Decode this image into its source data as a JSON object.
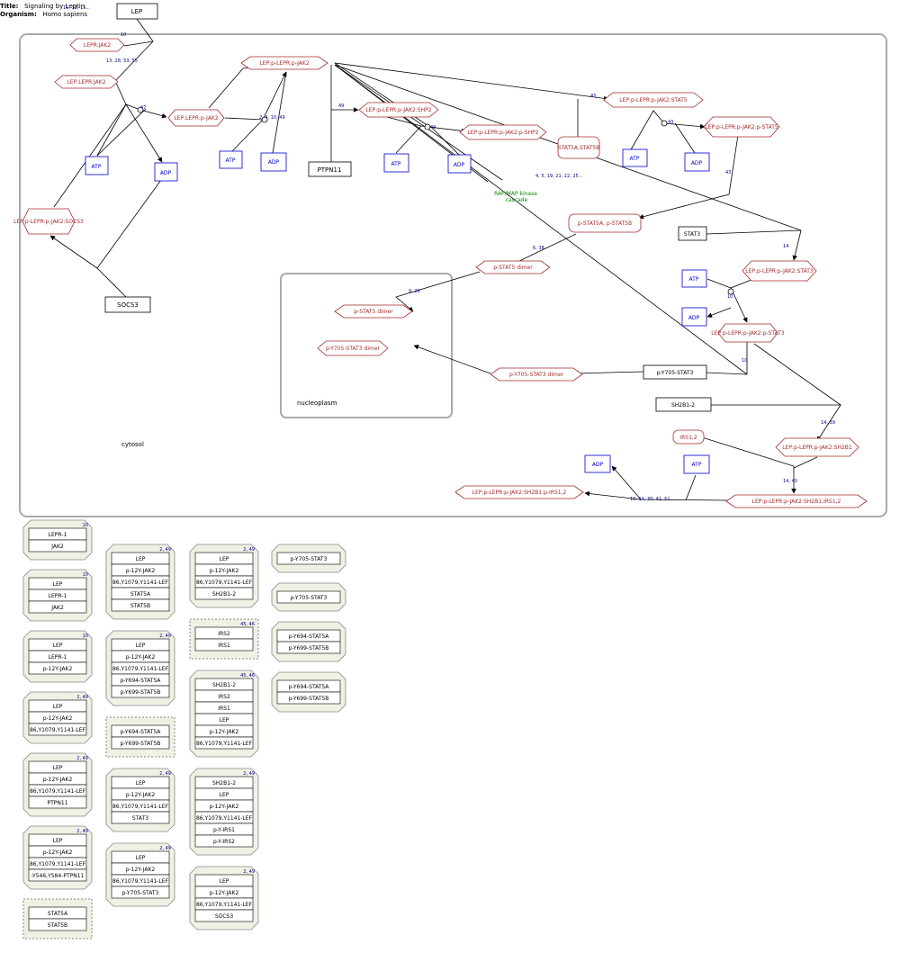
{
  "header": {
    "title_label": "Title:",
    "title_value": "Signaling by Leptin",
    "organism_label": "Organism:",
    "organism_value": "Homo sapiens",
    "refs": "11, 12, 15..."
  },
  "compartments": {
    "cytosol": "cytosol",
    "nucleoplasm": "nucleoplasm"
  },
  "nodes": {
    "lep": "LEP",
    "lepr_jak2": "LEPR:JAK2",
    "lep_lepr_jak2": "LEP:LEPR:JAK2",
    "lep_lepr_p_jak2": "LEP:LEPR:p-JAK2",
    "lep_p_lepr_p_jak2": "LEP:p-LEPR:p-JAK2",
    "lep_p_lepr_p_jak2_shp2": "LEP:p-LEPR:p-JAK2:SHP2",
    "lep_p_lepr_p_jak2_p_shp2": "LEP:p-LEPR:p-JAK2:p-SHP2",
    "lep_p_lepr_p_jak2_stat5": "LEP:p-LEPR:p-JAK2:STAT5",
    "lep_p_lepr_p_jak2_p_stat5": "LEP:p-LEPR:p-JAK2:p-STAT5",
    "stat5a_stat5b": "STAT5A,STAT5B",
    "ptpn11": "PTPN11",
    "raf_map": "RAF/MAP kinase\ncascade",
    "p_stat5a_p_stat5b": "p-STAT5A, p-STAT5B",
    "stat3": "STAT3",
    "p_stat5_dimer_cyt": "p-STAT5 dimer",
    "p_stat5_dimer_nuc": "p-STAT5 dimer",
    "p_y705_stat3_dimer_nuc": "p-Y705-STAT3 dimer",
    "p_y705_stat3_dimer_cyt": "p-Y705-STAT3 dimer",
    "p_y705_stat3": "p-Y705-STAT3",
    "lep_p_lepr_p_jak2_stat3": "LEP:p-LEPR:p-JAK2:STAT3",
    "lep_p_lepr_p_jak2_p_stat3": "LEP:p-LEPR:p-JAK2:p-STAT3",
    "p_lepr_p_jak2_socs3": "LEP:p-LEPR:p-JAK2:SOCS3",
    "socs3": "SOCS3",
    "sh2b1_2": "SH2B1-2",
    "irs1_2": "IRS1,2",
    "lep_p_lepr_p_jak2_sh2b1": "LEP:p-LEPR:p-JAK2:SH2B1",
    "lep_p_lepr_p_jak2_sh2b1_irs": "LEP:p-LEPR:p-JAK2:SH2B1:IRS1,2",
    "lep_p_lepr_p_jak2_sh2b1_p_irs": "LEP:p-LEPR:p-JAK2:SH2B1:p-IRS1,2",
    "atp": "ATP",
    "adp": "ADP"
  },
  "edge_labels": {
    "e10": "10",
    "e13": "13, 28, 53, 55",
    "e47": "47",
    "e2_4": "2, 4, 10, 49",
    "e49a": "49",
    "e49b": "49",
    "e43a": "43",
    "e43b": "43",
    "e43c": "43",
    "e4_5": "4, 5, 19, 21, 22, 25...",
    "e6_38": "6, 38",
    "e9_28": "9, 28",
    "e14a": "14",
    "e10b": "10",
    "e10c": "10",
    "e14_39": "14, 39",
    "e14_40": "14, 40",
    "e10_14": "10, 14, 30, 41, 51..."
  },
  "legend": {
    "col1": [
      {
        "rows": [
          "LEPR-1",
          "JAK2"
        ],
        "ref": "10"
      },
      {
        "rows": [
          "LEP",
          "LEPR-1",
          "JAK2"
        ],
        "ref": "10"
      },
      {
        "rows": [
          "LEP",
          "LEPR-1",
          "p-12Y-JAK2"
        ],
        "ref": "10"
      },
      {
        "rows": [
          "LEP",
          "p-12Y-JAK2",
          "86,Y1079,Y1141-LEF"
        ],
        "ref": "2, 49"
      },
      {
        "rows": [
          "LEP",
          "p-12Y-JAK2",
          "86,Y1079,Y1141-LEF",
          "PTPN11"
        ],
        "ref": "2, 49"
      },
      {
        "rows": [
          "LEP",
          "p-12Y-JAK2",
          "86,Y1079,Y1141-LEF",
          "-Y546,Y584-PTPN11"
        ],
        "ref": "2, 49"
      },
      {
        "rows": [
          "STAT5A",
          "STAT5B"
        ],
        "ref": ""
      }
    ],
    "col2": [
      {
        "rows": [
          "LEP",
          "p-12Y-JAK2",
          "86,Y1079,Y1141-LEF",
          "STAT5A",
          "STAT5B"
        ],
        "ref": "2, 49"
      },
      {
        "rows": [
          "LEP",
          "p-12Y-JAK2",
          "86,Y1079,Y1141-LEF",
          "p-Y694-STAT5A",
          "p-Y699-STAT5B"
        ],
        "ref": "2, 49"
      },
      {
        "rows": [
          "p-Y694-STAT5A",
          "p-Y699-STAT5B"
        ],
        "ref": ""
      },
      {
        "rows": [
          "LEP",
          "p-12Y-JAK2",
          "86,Y1079,Y1141-LEF",
          "STAT3"
        ],
        "ref": "2, 49"
      },
      {
        "rows": [
          "LEP",
          "p-12Y-JAK2",
          "86,Y1079,Y1141-LEF",
          "p-Y705-STAT3"
        ],
        "ref": "2, 49"
      }
    ],
    "col3": [
      {
        "rows": [
          "LEP",
          "p-12Y-JAK2",
          "86,Y1079,Y1141-LEF",
          "SH2B1-2"
        ],
        "ref": "2, 49"
      },
      {
        "rows": [
          "IRS2",
          "IRS1"
        ],
        "ref": "45, 46"
      },
      {
        "rows": [
          "SH2B1-2",
          "IRS2",
          "IRS1",
          "LEP",
          "p-12Y-JAK2",
          "86,Y1079,Y1141-LEF"
        ],
        "ref": "45, 46"
      },
      {
        "rows": [
          "SH2B1-2",
          "LEP",
          "p-12Y-JAK2",
          "86,Y1079,Y1141-LEF",
          "p-Y-IRS1",
          "p-Y-IRS2"
        ],
        "ref": "2, 49"
      },
      {
        "rows": [
          "LEP",
          "p-12Y-JAK2",
          "86,Y1079,Y1141-LEF",
          "SOCS3"
        ],
        "ref": "2, 49"
      }
    ],
    "col4": [
      {
        "rows": [
          "p-Y705-STAT3"
        ],
        "ref": ""
      },
      {
        "rows": [
          "p-Y705-STAT3"
        ],
        "ref": ""
      },
      {
        "rows": [
          "p-Y694-STAT5A",
          "p-Y699-STAT5B"
        ],
        "ref": ""
      },
      {
        "rows": [
          "p-Y694-STAT5A",
          "p-Y699-STAT5B"
        ],
        "ref": ""
      }
    ]
  },
  "colors": {
    "complex": "#a52a2a",
    "small_molecule": "#0000cc",
    "pathway": "#008800",
    "ref": "#000088",
    "compartment": "#aaaaaa",
    "legend_fill": "#f0f0e4"
  }
}
